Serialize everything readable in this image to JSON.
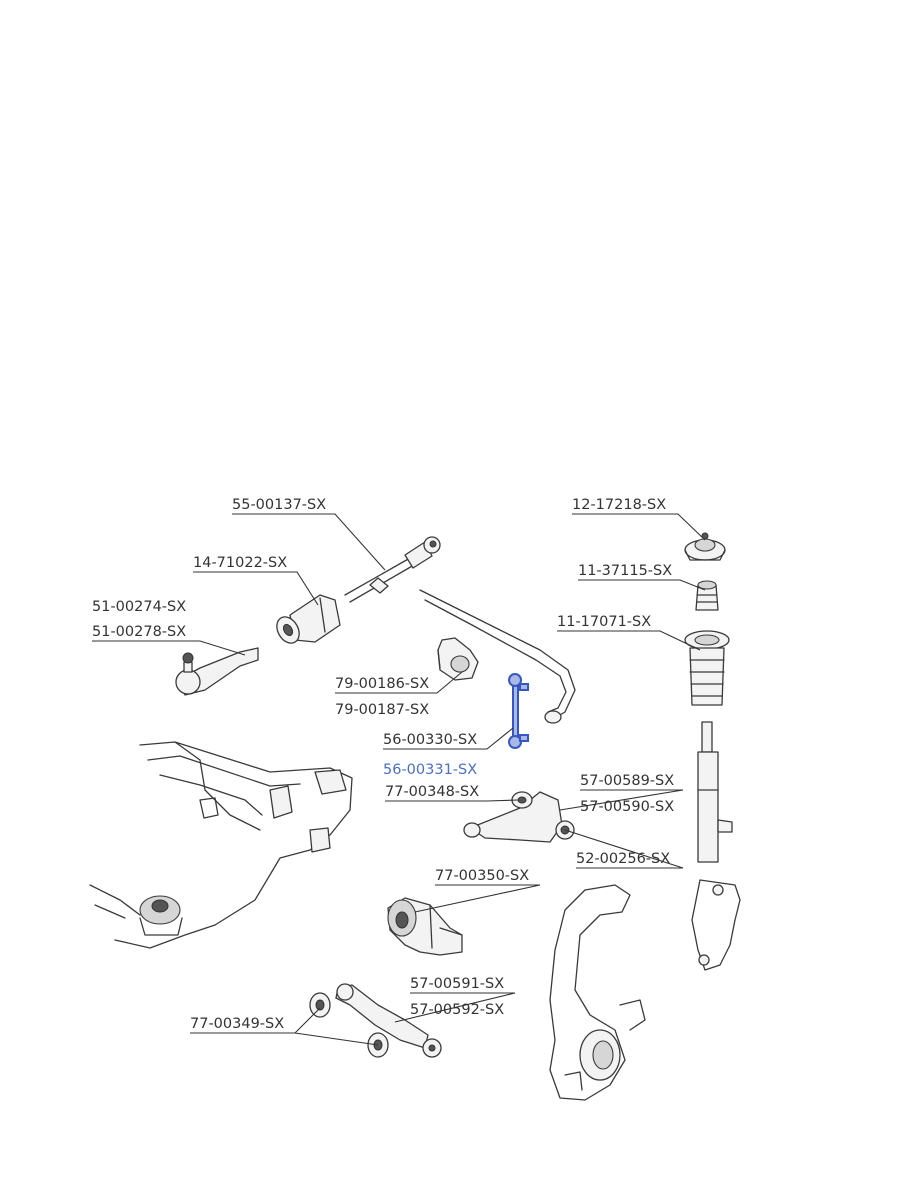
{
  "labels": {
    "l55_00137": "55-00137-SX",
    "l14_71022": "14-71022-SX",
    "l51_00274": "51-00274-SX",
    "l51_00278": "51-00278-SX",
    "l79_00186": "79-00186-SX",
    "l79_00187": "79-00187-SX",
    "l56_00330": "56-00330-SX",
    "l56_00331": "56-00331-SX",
    "l77_00348": "77-00348-SX",
    "l57_00589": "57-00589-SX",
    "l57_00590": "57-00590-SX",
    "l52_00256": "52-00256-SX",
    "l77_00350": "77-00350-SX",
    "l57_00591": "57-00591-SX",
    "l57_00592": "57-00592-SX",
    "l77_00349": "77-00349-SX",
    "l12_17218": "12-17218-SX",
    "l11_37115": "11-37115-SX",
    "l11_17071": "11-17071-SX"
  },
  "colors": {
    "label": "#333333",
    "highlight_label": "#4a6fc4",
    "highlight_part": "#3457c0"
  }
}
